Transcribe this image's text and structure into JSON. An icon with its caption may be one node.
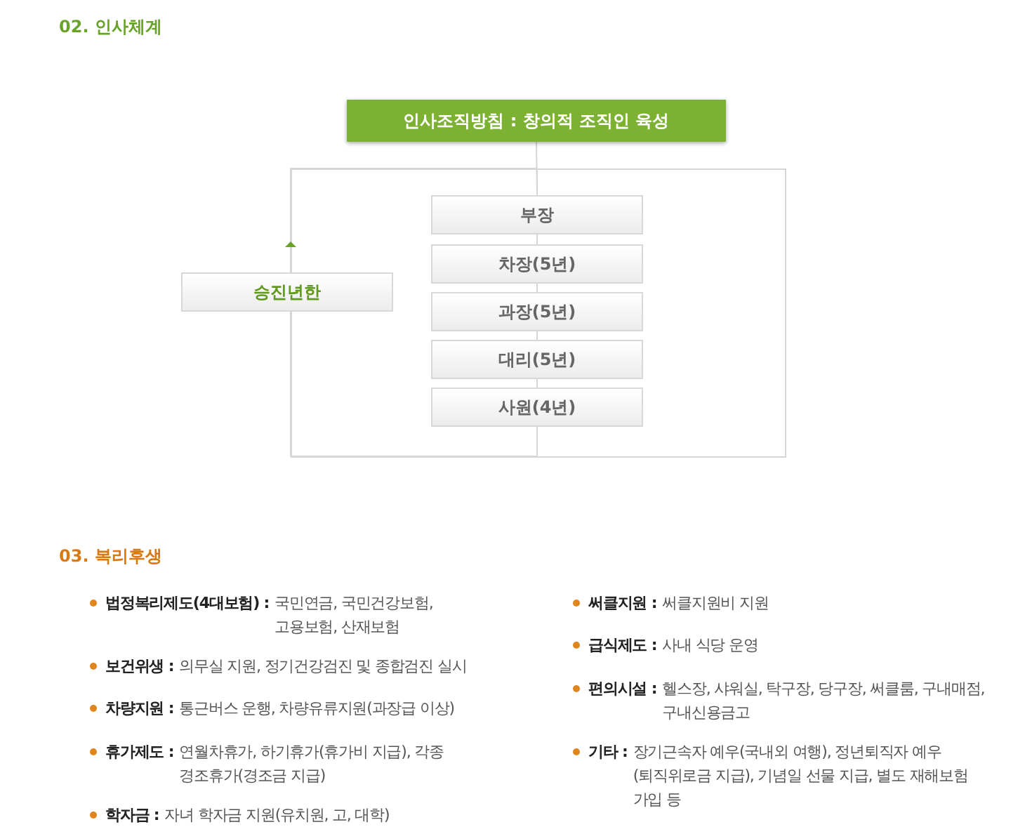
{
  "diagram": {
    "title": "02. 인사체계",
    "nodes": [
      {
        "text": [
          "인사조직방침 : 창의적 조직인 육성"
        ]
      },
      {
        "text": [
          "부장"
        ]
      },
      {
        "text": [
          "차장(5년)"
        ]
      },
      {
        "text": [
          "과장(5년)"
        ]
      },
      {
        "text": [
          "대리(5년)"
        ]
      },
      {
        "text": [
          "사원(4년)"
        ]
      },
      {
        "text": [
          "승진년한"
        ]
      }
    ],
    "edges": [
      {
        "from": 0,
        "to": 1,
        "arrow": "none"
      },
      {
        "from": 1,
        "to": 2,
        "arrow": "none"
      },
      {
        "from": 2,
        "to": 3,
        "arrow": "none"
      },
      {
        "from": 3,
        "to": 4,
        "arrow": "none"
      },
      {
        "from": 4,
        "to": 5,
        "arrow": "none"
      },
      {
        "from": 5,
        "to": 6,
        "arrow": "none"
      },
      {
        "from": 6,
        "to": 1,
        "arrow": "to"
      }
    ],
    "labels": [
      "03. 복리후생",
      "법정복리제도(4대보험) :",
      "국민연금, 국민건강보험, 고용보험, 산재보험",
      "보건위생 :",
      "의무실 지원, 정기건강검진 및 종합검진 실시",
      "차량지원 :",
      "통근버스 운행, 차량유류지원(과장급 이상)",
      "휴가제도 :",
      "연월차휴가, 하기휴가(휴가비 지급), 각종 경조휴가(경조금 지급)",
      "학자금 :",
      "자녀 학자금 지원(유치원, 고, 대학)",
      "써클지원 :",
      "써클지원비 지원",
      "급식제도 :",
      "사내 식당 운영",
      "편의시설 :",
      "헬스장, 샤워실, 탁구장, 당구장, 써클룸, 구내매점, 구내신용금고",
      "기타 :",
      "장기근속자 예우(국내외 여행), 정년퇴직자 예우(퇴직위로금 지급), 기념일 선물 지급, 별도 재해보험 가입 등"
    ]
  }
}
